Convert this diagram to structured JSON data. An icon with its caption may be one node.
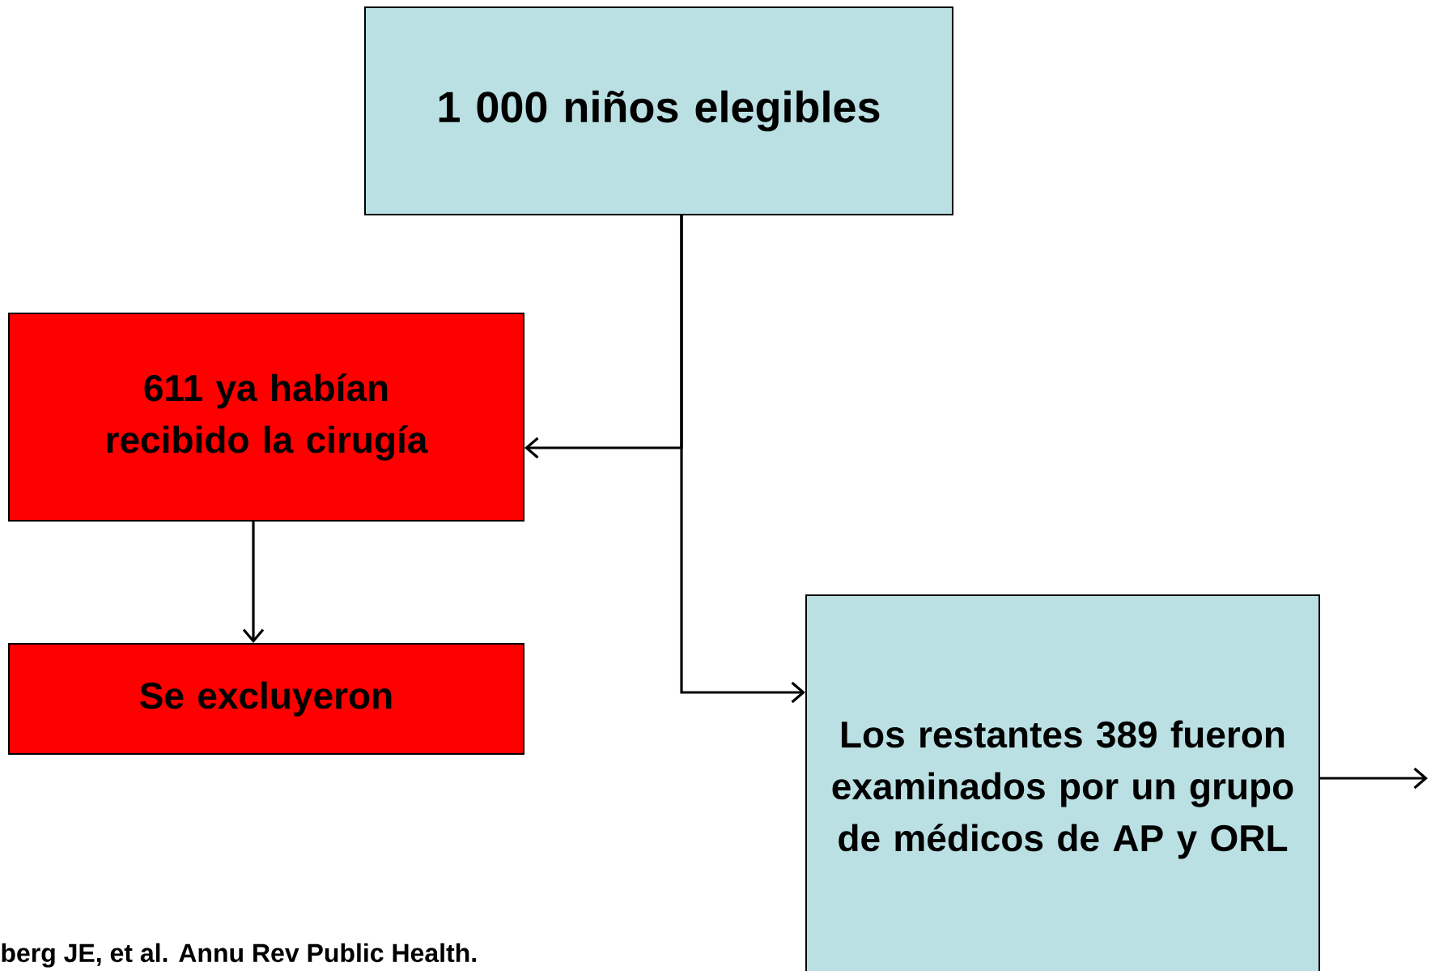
{
  "diagram": {
    "nodes": [
      {
        "text": [
          "1 000 niños elegibles"
        ]
      },
      {
        "text": [
          "611 ya habían recibido la cirugía"
        ]
      },
      {
        "text": [
          "Se excluyeron"
        ]
      },
      {
        "text": [
          "Los restantes 389 fueron examinados por un grupo de médicos de AP y ORL"
        ]
      }
    ],
    "edges": [
      {
        "from": 0,
        "to": 1,
        "arrow": "to"
      },
      {
        "from": 0,
        "to": 3,
        "arrow": "to"
      },
      {
        "from": 1,
        "to": 2,
        "arrow": "to"
      },
      {
        "from": 3,
        "to": null,
        "arrow": "to"
      }
    ],
    "labels": [
      "berg JE, et al. Annu Rev Public Health."
    ]
  }
}
